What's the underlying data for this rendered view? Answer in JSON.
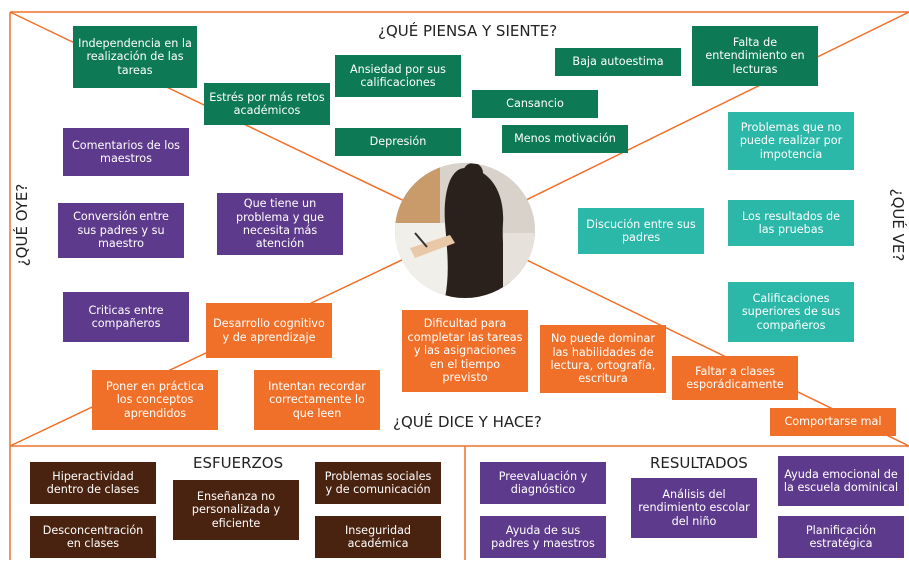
{
  "headings": {
    "top": "¿QUÉ PIENSA Y SIENTE?",
    "left": "¿QUÉ OYE?",
    "right": "¿QUÉ VE?",
    "bottom": "¿QUÉ DICE Y HACE?",
    "efforts": "ESFUERZOS",
    "results": "RESULTADOS"
  },
  "colors": {
    "frame": "#f07029",
    "green": "#0d7a55",
    "purple": "#5e3a8c",
    "teal": "#2bb8a8",
    "orange": "#f07029",
    "brown": "#4a2310"
  },
  "center_image": "photo-of-child-writing-icon",
  "piensa_siente": [
    "Independencia en la realización de las tareas",
    "Estrés por más retos académicos",
    "Ansiedad por sus calificaciones",
    "Depresión",
    "Baja autoestima",
    "Cansancio",
    "Menos motivación",
    "Falta de entendimiento en lecturas"
  ],
  "oye": [
    "Comentarios de los maestros",
    "Conversión entre sus padres y su maestro",
    "Que tiene un problema y que necesita más atención",
    "Criticas entre compañeros"
  ],
  "ve": [
    "Problemas que no puede realizar por impotencia",
    "Los resultados de las pruebas",
    "Discución entre sus padres",
    "Calificaciones superiores de sus compañeros"
  ],
  "dice_hace": [
    "Desarrollo cognitivo y de aprendizaje",
    "Poner en práctica los conceptos aprendidos",
    "Intentan recordar correctamente lo que leen",
    "Dificultad para completar las tareas y las asignaciones en el tiempo previsto",
    "No puede dominar las habilidades de lectura, ortografía, escritura",
    "Faltar a clases esporádicamente",
    "Comportarse mal"
  ],
  "esfuerzos": [
    "Hiperactividad dentro de clases",
    "Desconcentración en clases",
    "Enseñanza no personalizada y eficiente",
    "Problemas sociales y de comunicación",
    "Inseguridad académica"
  ],
  "resultados": [
    "Preevaluación y diagnóstico",
    "Ayuda de sus padres y maestros",
    "Análisis del rendimiento escolar del niño",
    "Ayuda emocional de la escuela dominical",
    "Planificación estratégica"
  ]
}
